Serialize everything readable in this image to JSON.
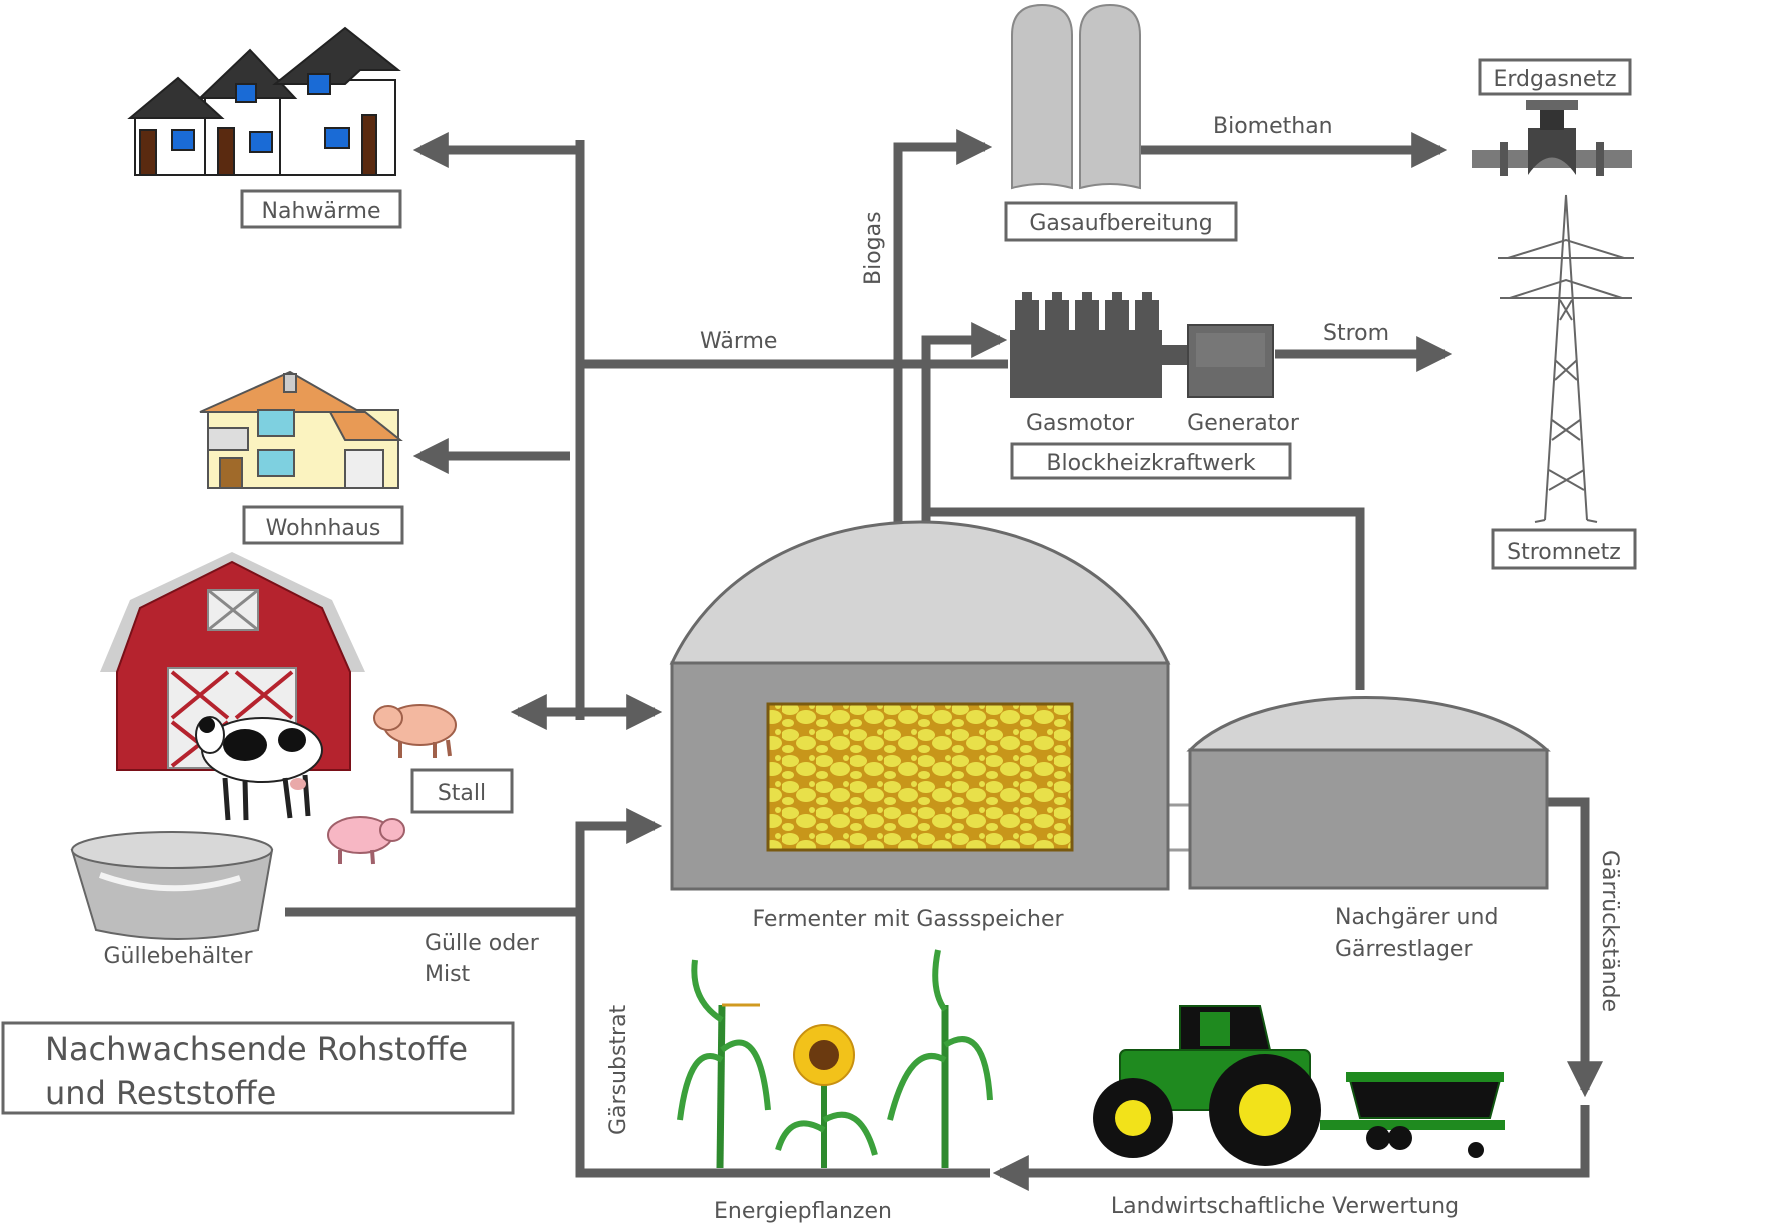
{
  "labels": {
    "nahwaerme": "Nahwärme",
    "wohnhaus": "Wohnhaus",
    "stall": "Stall",
    "guellebehaelter": "Güllebehälter",
    "guelle_1": "Gülle oder",
    "guelle_2": "Mist",
    "nawaro_1": "Nachwachsende Rohstoffe",
    "nawaro_2": "und Reststoffe",
    "waerme": "Wärme",
    "biogas": "Biogas",
    "gasaufbereitung": "Gasaufbereitung",
    "biomethan": "Biomethan",
    "erdgasnetz": "Erdgasnetz",
    "gasmotor": "Gasmotor",
    "generator": "Generator",
    "strom": "Strom",
    "bhkw": "Blockheizkraftwerk",
    "stromnetz": "Stromnetz",
    "fermenter": "Fermenter mit Gassspeicher",
    "nachgaerer_1": "Nachgärer und",
    "nachgaerer_2": "Gärrestlager",
    "gaerrueckstaende": "Gärrückstände",
    "gaersubstrat": "Gärsubstrat",
    "energiepflanzen": "Energiepflanzen",
    "landwirtschaft": "Landwirtschaftliche Verwertung"
  },
  "colors": {
    "pipe": "#5e5e5e",
    "tank_wall": "#9a9a9a",
    "dome": "#d4d4d4",
    "substrate": "#c8961a",
    "substrate_foam": "#e8e04a",
    "barn": "#b5232e",
    "tractor": "#1f8a1f"
  }
}
